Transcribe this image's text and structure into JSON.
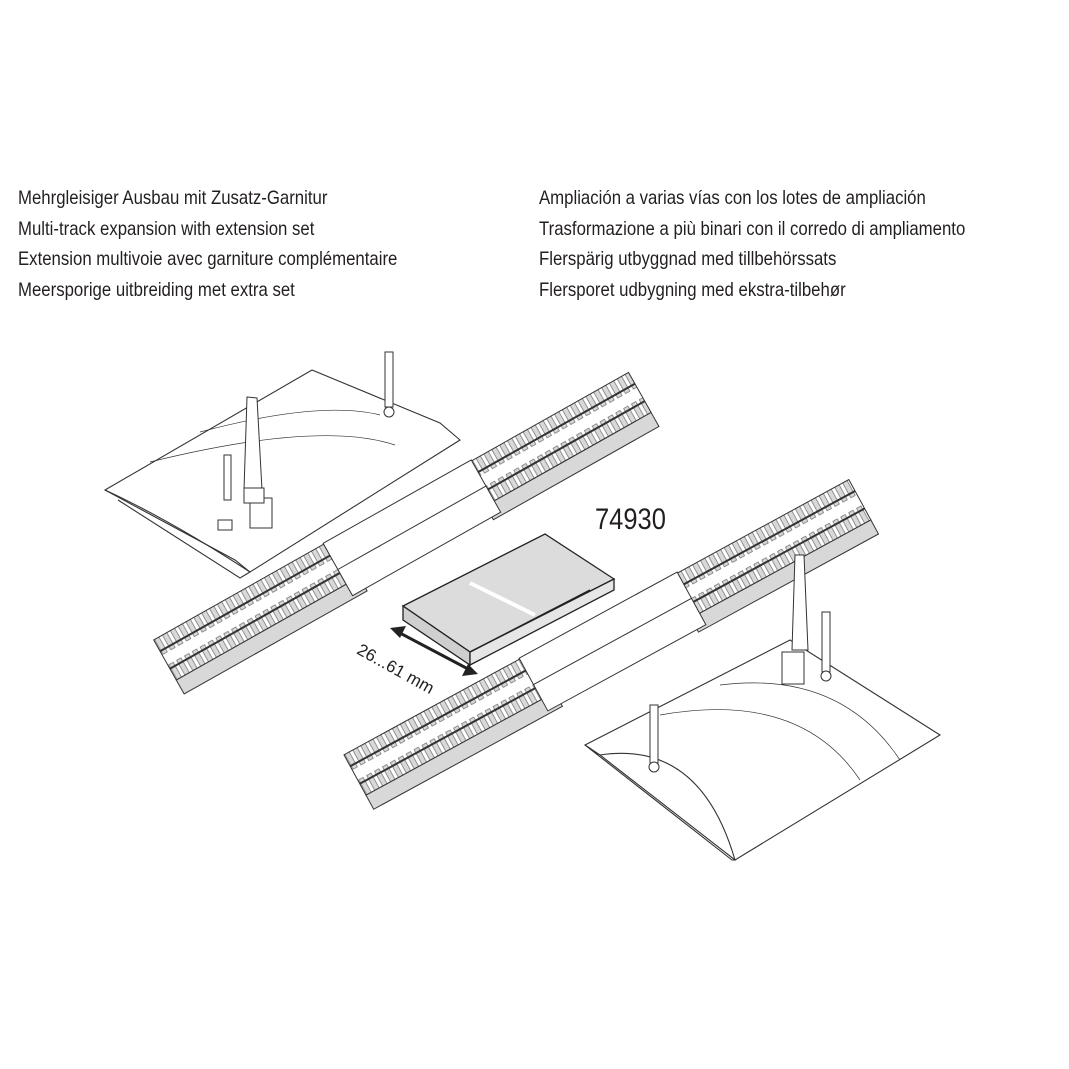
{
  "captions_left": [
    "Mehrgleisiger Ausbau mit Zusatz-Garnitur",
    "Multi-track expansion with extension set",
    "Extension multivoie avec garniture complémentaire",
    "Meersporige uitbreiding met extra set"
  ],
  "captions_right": [
    "Ampliación a varias vías con los lotes de ampliación",
    "Trasformazione a più binari con il corredo di ampliamento",
    "Flerspärig utbyggnad med tillbehörssats",
    "Flersporet udbygning med ekstra-tilbehør"
  ],
  "illustration": {
    "part_number": "74930",
    "dimension_label": "26...61 mm"
  }
}
